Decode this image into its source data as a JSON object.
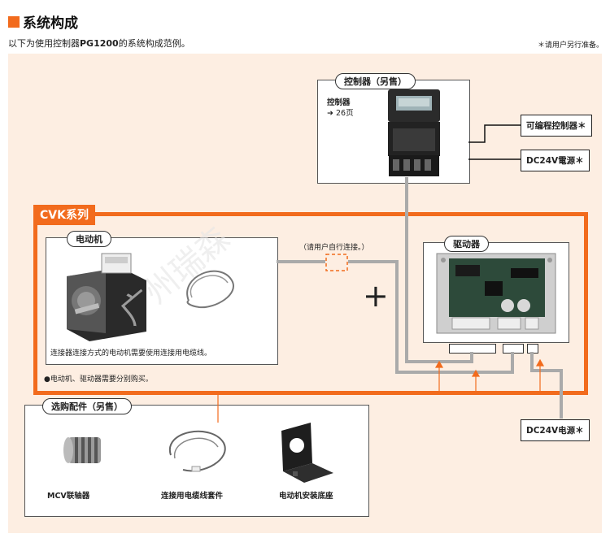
{
  "header": {
    "title": "系统构成",
    "subtitle_pre": "以下为使用控制器",
    "subtitle_model": "PG1200",
    "subtitle_post": "的系统构成范例。",
    "note": "＊请用户另行准备。"
  },
  "controller": {
    "label": "控制器（另售）",
    "ref_title": "控制器",
    "ref_page": "➜ 26页"
  },
  "external": {
    "plc": "可编程控制器＊",
    "dc_top": "DC24V電源＊",
    "dc_bottom": "DC24V电源＊"
  },
  "series": {
    "tab": "CVK系列",
    "motor_label": "电动机",
    "motor_note": "连接器连接方式的电动机需要使用连接用电缆线。",
    "connect_note": "（请用户自行连接。）",
    "driver_label": "驱动器",
    "plus": "+",
    "footnote": "●电动机、驱动器需要分别购买。"
  },
  "accessories": {
    "label": "选购配件（另售）",
    "items": [
      {
        "name": "MCV联轴器"
      },
      {
        "name": "连接用电缆线套件"
      },
      {
        "name": "电动机安装底座"
      }
    ]
  },
  "colors": {
    "accent": "#f26b1d",
    "background": "#fdeee2",
    "cable": "#aaaaaa"
  }
}
